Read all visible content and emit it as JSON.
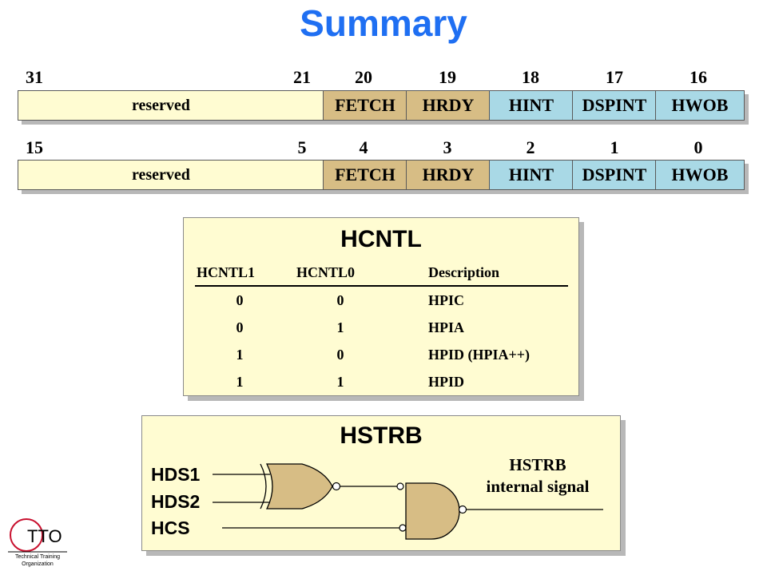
{
  "title": "Summary",
  "colors": {
    "title": "#1f6ff2",
    "panel": "#fffcd2",
    "tan": "#d7bd85",
    "blue": "#a9d9e6"
  },
  "register_upper": {
    "bits": [
      "31",
      "21",
      "20",
      "19",
      "18",
      "17",
      "16"
    ],
    "fields": [
      "reserved",
      "FETCH",
      "HRDY",
      "HINT",
      "DSPINT",
      "HWOB"
    ]
  },
  "register_lower": {
    "bits": [
      "15",
      "5",
      "4",
      "3",
      "2",
      "1",
      "0"
    ],
    "fields": [
      "reserved",
      "FETCH",
      "HRDY",
      "HINT",
      "DSPINT",
      "HWOB"
    ]
  },
  "hcntl": {
    "title": "HCNTL",
    "headers": [
      "HCNTL1",
      "HCNTL0",
      "Description"
    ],
    "rows": [
      [
        "0",
        "0",
        "HPIC"
      ],
      [
        "0",
        "1",
        "HPIA"
      ],
      [
        "1",
        "0",
        "HPID (HPIA++)"
      ],
      [
        "1",
        "1",
        "HPID"
      ]
    ]
  },
  "hstrb": {
    "title": "HSTRB",
    "inputs": [
      "HDS1",
      "HDS2",
      "HCS"
    ],
    "output_label_line1": "HSTRB",
    "output_label_line2": "internal signal"
  },
  "logo": {
    "letters": "TTO",
    "line1": "Technical Training",
    "line2": "Organization"
  }
}
